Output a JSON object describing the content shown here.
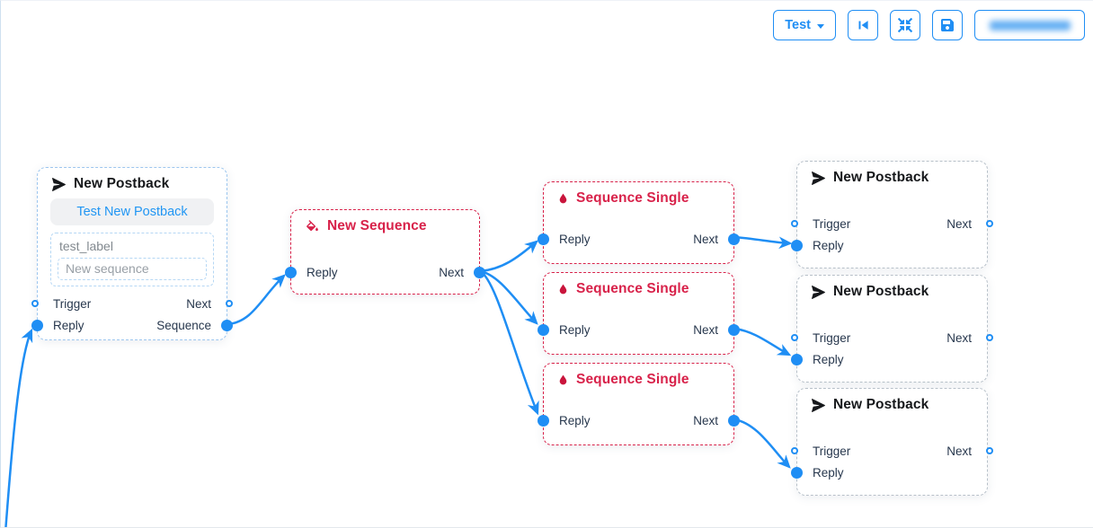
{
  "colors": {
    "accent_blue": "#1f8ef4",
    "danger_red": "#d8224a",
    "node_gray_border": "#b7c0c9",
    "selected_blue_border": "#9cc6ef"
  },
  "toolbar": {
    "test_button": {
      "label": "Test",
      "icon": "caret-down-icon"
    },
    "skip_button_icon": "skip-to-start-icon",
    "compress_button_icon": "compress-arrows-icon",
    "save_button_icon": "save-icon",
    "redacted_button": {
      "label": "",
      "blurred": true
    }
  },
  "nodes": {
    "postback_main": {
      "title": "New Postback",
      "icon": "send-icon",
      "test_button_label": "Test New Postback",
      "field_label": "test_label",
      "field_sequence": "New sequence",
      "ports": {
        "trigger": "Trigger",
        "reply": "Reply",
        "next": "Next",
        "sequence": "Sequence"
      }
    },
    "new_sequence": {
      "title": "New Sequence",
      "icon": "paint-bucket-icon",
      "ports": {
        "reply": "Reply",
        "next": "Next"
      }
    },
    "sequence_singles": [
      {
        "title": "Sequence Single",
        "icon": "droplet-icon",
        "ports": {
          "reply": "Reply",
          "next": "Next"
        }
      },
      {
        "title": "Sequence Single",
        "icon": "droplet-icon",
        "ports": {
          "reply": "Reply",
          "next": "Next"
        }
      },
      {
        "title": "Sequence Single",
        "icon": "droplet-icon",
        "ports": {
          "reply": "Reply",
          "next": "Next"
        }
      }
    ],
    "postbacks_right": [
      {
        "title": "New Postback",
        "icon": "send-icon",
        "ports": {
          "trigger": "Trigger",
          "next": "Next",
          "reply": "Reply"
        }
      },
      {
        "title": "New Postback",
        "icon": "send-icon",
        "ports": {
          "trigger": "Trigger",
          "next": "Next",
          "reply": "Reply"
        }
      },
      {
        "title": "New Postback",
        "icon": "send-icon",
        "ports": {
          "trigger": "Trigger",
          "next": "Next",
          "reply": "Reply"
        }
      }
    ]
  }
}
